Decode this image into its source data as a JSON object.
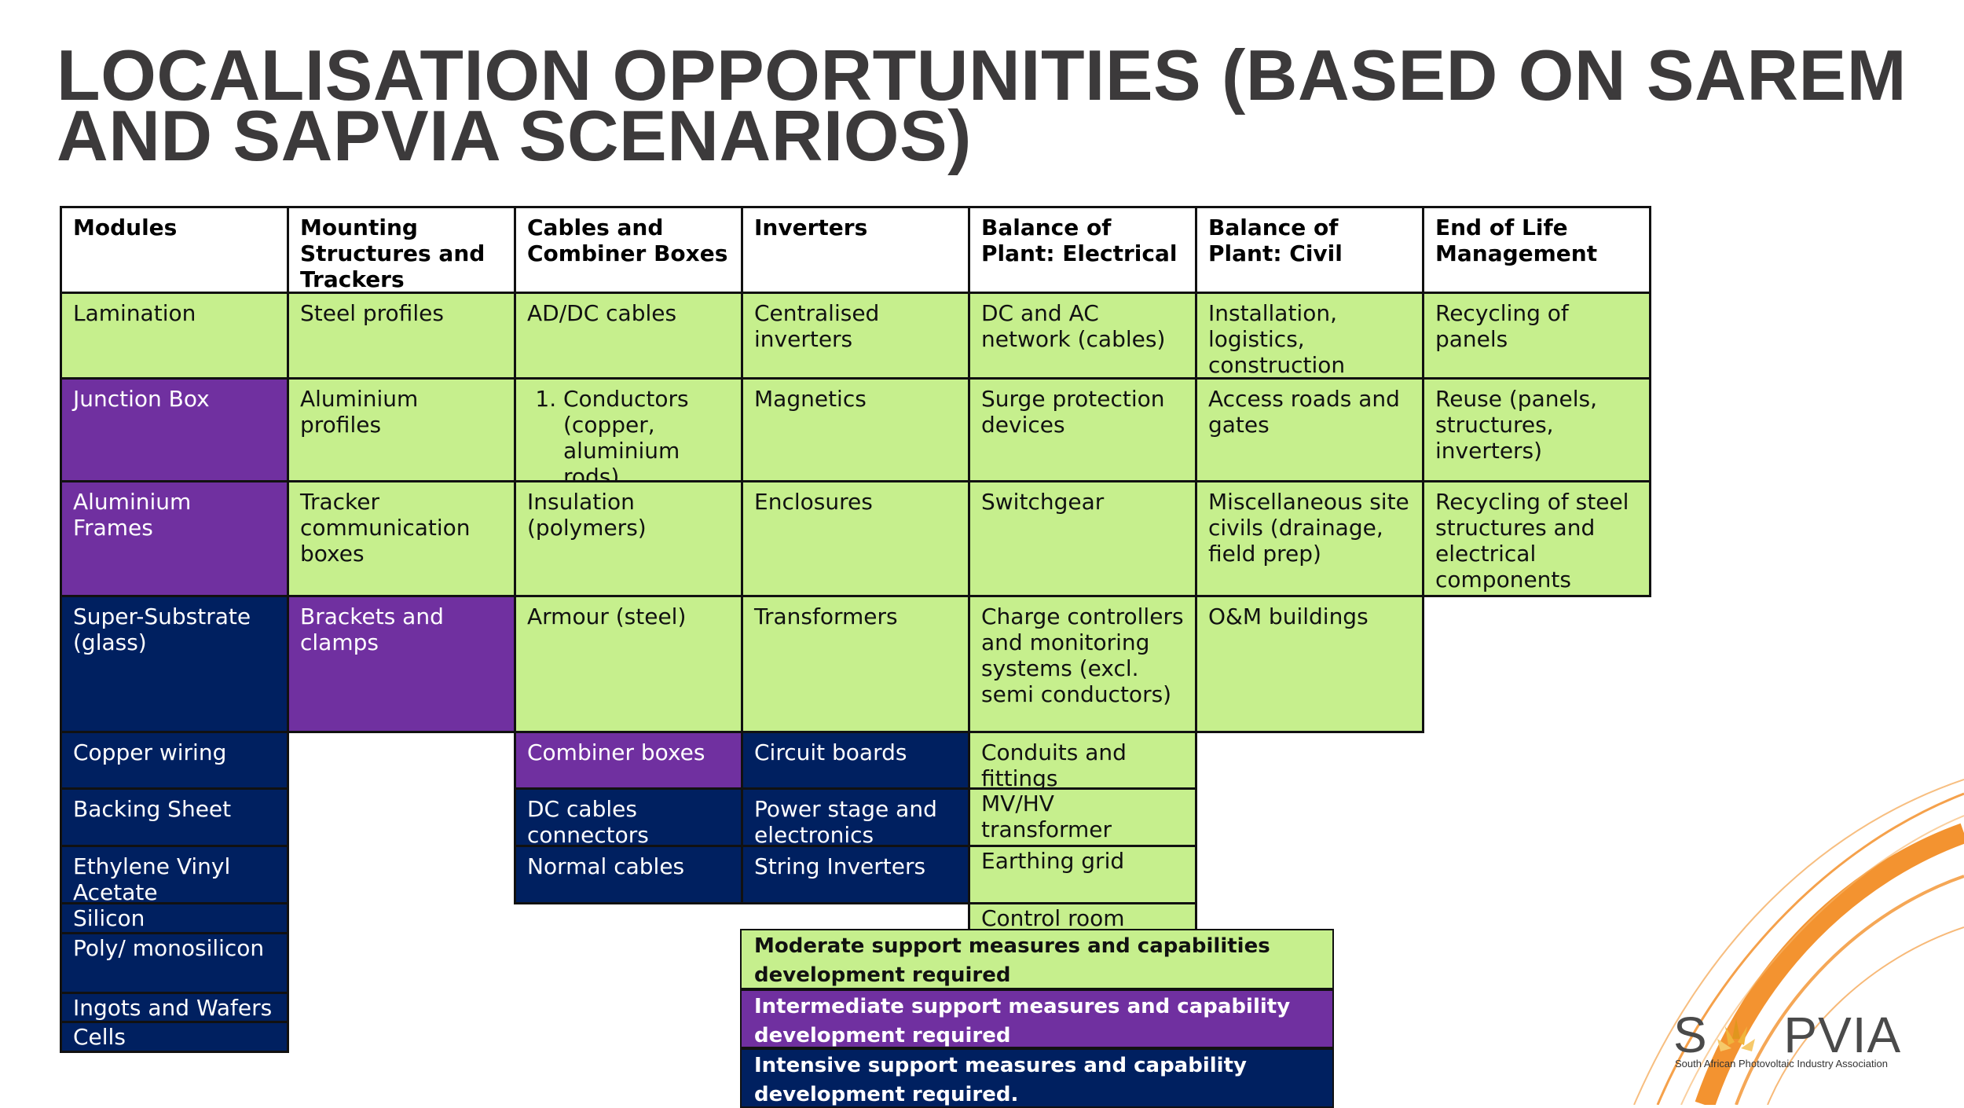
{
  "title": {
    "line1": "LOCALISATION OPPORTUNITIES (BASED ON SAREM",
    "line2": "AND SAPVIA SCENARIOS)"
  },
  "table": {
    "headers": [
      "Modules",
      "Mounting Structures and Trackers",
      "Cables and Combiner Boxes",
      "Inverters",
      "Balance of Plant: Electrical",
      "Balance of Plant: Civil",
      "End of Life Management"
    ],
    "columns": [
      [
        {
          "text": "Lamination",
          "level": "moderate"
        },
        {
          "text": "Junction Box",
          "level": "intermediate"
        },
        {
          "text": "Aluminium Frames",
          "level": "intermediate"
        },
        {
          "text": "Super-Substrate (glass)",
          "level": "intensive"
        },
        {
          "text": "Copper wiring",
          "level": "intensive"
        },
        {
          "text": "Backing Sheet",
          "level": "intensive"
        },
        {
          "text": "Ethylene Vinyl Acetate",
          "level": "intensive"
        },
        {
          "text": "Silicon",
          "level": "intensive"
        },
        {
          "text": "Poly/ monosilicon",
          "level": "intensive"
        },
        {
          "text": "Ingots and Wafers",
          "level": "intensive"
        },
        {
          "text": "Cells",
          "level": "intensive"
        }
      ],
      [
        {
          "text": "Steel profiles",
          "level": "moderate"
        },
        {
          "text": "Aluminium profiles",
          "level": "moderate"
        },
        {
          "text": "Tracker communication boxes",
          "level": "moderate"
        },
        {
          "text": "Brackets and clamps",
          "level": "intermediate"
        }
      ],
      [
        {
          "text": "AD/DC cables",
          "level": "moderate"
        },
        {
          "text": "Conductors (copper, aluminium rods)",
          "level": "moderate"
        },
        {
          "text": "Insulation (polymers)",
          "level": "moderate"
        },
        {
          "text": "Armour (steel)",
          "level": "moderate"
        },
        {
          "text": "Combiner boxes",
          "level": "intermediate"
        },
        {
          "text": "DC cables connectors",
          "level": "intensive"
        },
        {
          "text": "Normal cables",
          "level": "intensive"
        }
      ],
      [
        {
          "text": "Centralised inverters",
          "level": "moderate"
        },
        {
          "text": "Magnetics",
          "level": "moderate"
        },
        {
          "text": "Enclosures",
          "level": "moderate"
        },
        {
          "text": "Transformers",
          "level": "moderate"
        },
        {
          "text": "Circuit boards",
          "level": "intensive"
        },
        {
          "text": "Power stage and electronics",
          "level": "intensive"
        },
        {
          "text": "String Inverters",
          "level": "intensive"
        }
      ],
      [
        {
          "text": "DC and AC network (cables)",
          "level": "moderate"
        },
        {
          "text": "Surge protection devices",
          "level": "moderate"
        },
        {
          "text": "Switchgear",
          "level": "moderate"
        },
        {
          "text": "Charge controllers and monitoring systems (excl. semi conductors)",
          "level": "moderate"
        },
        {
          "text": "Conduits and fittings",
          "level": "moderate"
        },
        {
          "text": "MV/HV transformer",
          "level": "moderate"
        },
        {
          "text": "Earthing grid",
          "level": "moderate"
        },
        {
          "text": "Control room",
          "level": "moderate"
        }
      ],
      [
        {
          "text": "Installation, logistics, construction",
          "level": "moderate"
        },
        {
          "text": "Access roads and gates",
          "level": "moderate"
        },
        {
          "text": "Miscellaneous site civils (drainage, field prep)",
          "level": "moderate"
        },
        {
          "text": "O&M buildings",
          "level": "moderate"
        }
      ],
      [
        {
          "text": "Recycling of panels",
          "level": "moderate"
        },
        {
          "text": "Reuse (panels, structures, inverters)",
          "level": "moderate"
        },
        {
          "text": "Recycling of steel structures and electrical components",
          "level": "moderate"
        }
      ]
    ]
  },
  "legend": {
    "moderate": "Moderate support measures and capabilities development required",
    "intermediate": "Intermediate support measures and capability development required",
    "intensive": "Intensive support measures and capability development required."
  },
  "colors": {
    "moderate": "#c6ef8d",
    "intermediate": "#7030a0",
    "intensive": "#002060",
    "title": "#3c3a3b",
    "swoosh": "#f28a1e"
  },
  "logo": {
    "name": "SAPVIA",
    "tagline": "South African Photovoltaic Industry Association",
    "icon": "sun-icon"
  }
}
